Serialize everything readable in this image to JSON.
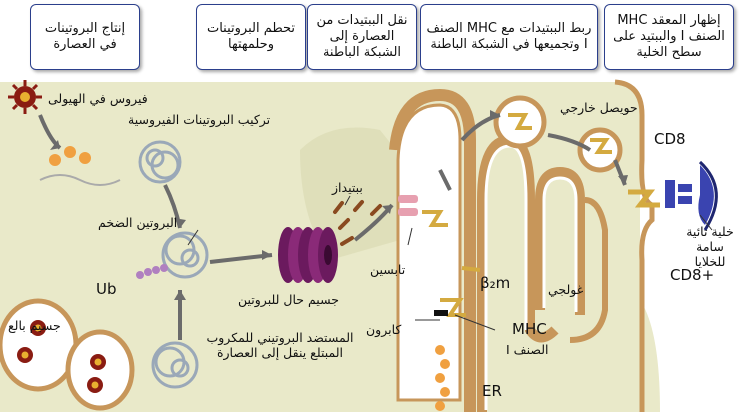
{
  "header_boxes": [
    {
      "text": "إنتاج البروتينات في العصارة"
    },
    {
      "text": "تحطم البروتينات وحلمهتها"
    },
    {
      "text": "نقل الببتيدات من العصارة إلى الشبكة الباطنة"
    },
    {
      "text": "ربط الببتيدات مع MHC الصنف I وتجميعها في الشبكة الباطنة"
    },
    {
      "text": "إظهار المعقد MHC الصنف I والببتيد على سطح الخلية"
    }
  ],
  "labels": {
    "virus": "فيروس في الهيولى",
    "viral_protein_synthesis": "تركيب البروتينات الفيروسية",
    "large_protein": "البروتين الضخم",
    "ub": "Ub",
    "proteasome": "جسيم حال للبروتين",
    "phagosome": "جسيم بالع",
    "phago_antigen": "المستضد البروتيني للمكروب المبتلع ينقل إلى العصارة",
    "peptides": "ببتيداز",
    "tapasin": "تابسين",
    "calnexin": "كابرون",
    "b2m": "β₂m",
    "mhc": "MHC",
    "mhc_class": "الصنف I",
    "er": "ER",
    "golgi": "غولجي",
    "exocytic_vesicle": "حويصل خارجي",
    "cd8": "CD8",
    "ctl": "خلية تائية سامة للخلايا",
    "cd8plus": "CD8+"
  },
  "colors": {
    "cytoplasm": "#e9e9c9",
    "membrane": "#c7965a",
    "proteasome": "#6b1a5e",
    "header_border": "#2b3f8c",
    "tcell": "#3a44b0",
    "virus": "#8a1c12"
  }
}
